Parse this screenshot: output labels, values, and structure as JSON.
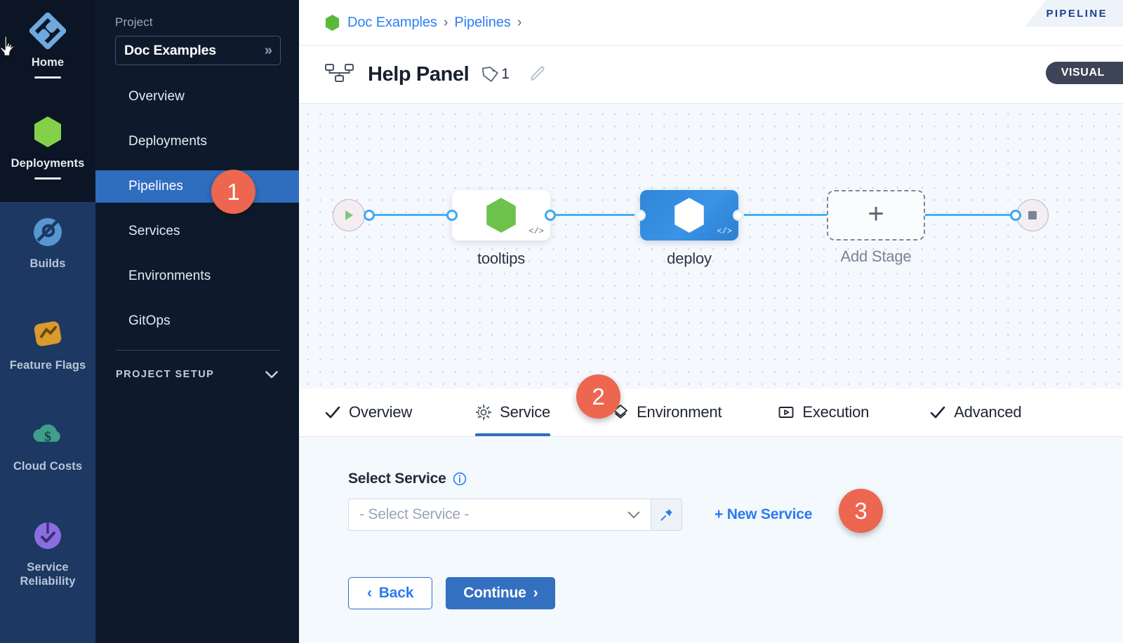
{
  "rail": {
    "items": [
      {
        "label": "Home",
        "icon": "home-diamond-icon",
        "active": true
      },
      {
        "label": "Deployments",
        "icon": "deployments-hexagon-infinity-icon",
        "active": true
      },
      {
        "label": "Builds",
        "icon": "builds-icon",
        "active": false
      },
      {
        "label": "Feature Flags",
        "icon": "feature-flags-icon",
        "active": false
      },
      {
        "label": "Cloud Costs",
        "icon": "cloud-costs-dollar-icon",
        "active": false
      },
      {
        "label": "Service Reliability",
        "icon": "service-reliability-check-icon",
        "active": false
      }
    ],
    "cursor": "hand-pointer-cursor"
  },
  "sidebar": {
    "project_label": "Project",
    "project_name": "Doc Examples",
    "expand_glyph": "»",
    "items": [
      {
        "label": "Overview",
        "active": false
      },
      {
        "label": "Deployments",
        "active": false
      },
      {
        "label": "Pipelines",
        "active": true
      },
      {
        "label": "Services",
        "active": false
      },
      {
        "label": "Environments",
        "active": false
      },
      {
        "label": "GitOps",
        "active": false
      }
    ],
    "setup_label": "PROJECT SETUP",
    "setup_caret": "⌄"
  },
  "breadcrumb": {
    "items": [
      "Doc Examples",
      "Pipelines"
    ],
    "separator": "›",
    "trailing_separator": "›",
    "project_icon": "harness-hexagon-icon"
  },
  "header": {
    "pipeline_icon": "pipeline-nodes-icon",
    "title": "Help Panel",
    "tag_icon": "tag-icon",
    "tag_count": "1",
    "edit_icon": "pencil-edit-icon",
    "corner_tab": "PIPELINE",
    "mode_pill": "VISUAL"
  },
  "canvas": {
    "start_node": "start-trigger-node",
    "end_node": "end-stop-node",
    "stages": [
      {
        "label": "tooltips",
        "type": "white",
        "icon": "harness-hexagon-green-icon",
        "code_badge": "</>"
      },
      {
        "label": "deploy",
        "type": "blue",
        "icon": "harness-hexagon-white-icon",
        "code_badge": "</>"
      }
    ],
    "add_stage_label": "Add Stage",
    "add_stage_plus": "+"
  },
  "tabs": [
    {
      "label": "Overview",
      "icon": "check-icon",
      "active": false
    },
    {
      "label": "Service",
      "icon": "gear-icon",
      "active": true
    },
    {
      "label": "Environment",
      "icon": "layers-diamond-icon",
      "active": false
    },
    {
      "label": "Execution",
      "icon": "play-box-icon",
      "active": false
    },
    {
      "label": "Advanced",
      "icon": "check-icon",
      "active": false
    }
  ],
  "form": {
    "select_service_label": "Select Service",
    "info_icon": "info-circle-icon",
    "select_placeholder": "- Select Service -",
    "chevron_icon": "chevron-down-icon",
    "pin_icon": "pin-icon",
    "new_service_label": "+ New Service",
    "back_label": "Back",
    "back_chevron": "‹",
    "continue_label": "Continue",
    "continue_chevron": "›"
  },
  "callouts": [
    {
      "number": "1"
    },
    {
      "number": "2"
    },
    {
      "number": "3"
    }
  ],
  "colors": {
    "accent_blue": "#2b7bf0",
    "primary_button": "#3470c0",
    "callout": "#ec6650",
    "rail_dark": "#0b1526",
    "rail_light": "#1d3863",
    "sidebar": "#0e1a2b",
    "active_nav": "#2f6dbf",
    "harness_green": "#6cc24a"
  }
}
